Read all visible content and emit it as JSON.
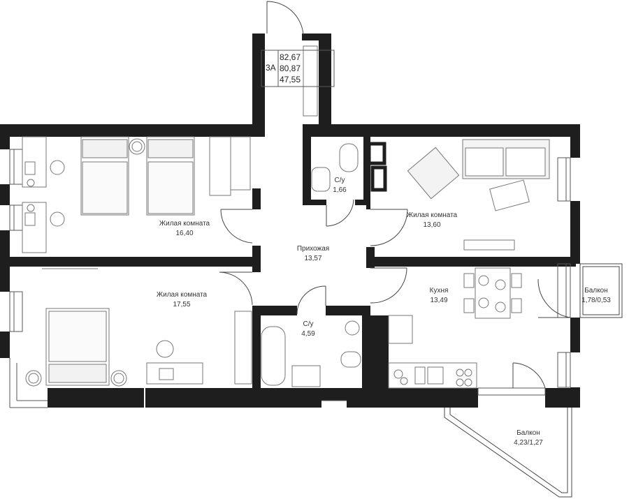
{
  "apartment": {
    "type": "3А",
    "areas": [
      "82,67",
      "80,87",
      "47,55"
    ]
  },
  "rooms": [
    {
      "id": "living1",
      "name": "Жилая комната",
      "area": "16,40"
    },
    {
      "id": "living2",
      "name": "Жилая комната",
      "area": "13,60"
    },
    {
      "id": "living3",
      "name": "Жилая комната",
      "area": "17,55"
    },
    {
      "id": "hall",
      "name": "Прихожая",
      "area": "13,57"
    },
    {
      "id": "wc1",
      "name": "С/у",
      "area": "1,66"
    },
    {
      "id": "wc2",
      "name": "С/у",
      "area": "4,59"
    },
    {
      "id": "kitchen",
      "name": "Кухня",
      "area": "13,49"
    },
    {
      "id": "balcony1",
      "name": "Балкон",
      "area": "1,78/0,53"
    },
    {
      "id": "balcony2",
      "name": "Балкон",
      "area": "4,23/1,27"
    }
  ],
  "colors": {
    "wall": "#1e1e1e",
    "line": "#555555",
    "fixture": "#cfcfcf",
    "background": "#ffffff"
  }
}
